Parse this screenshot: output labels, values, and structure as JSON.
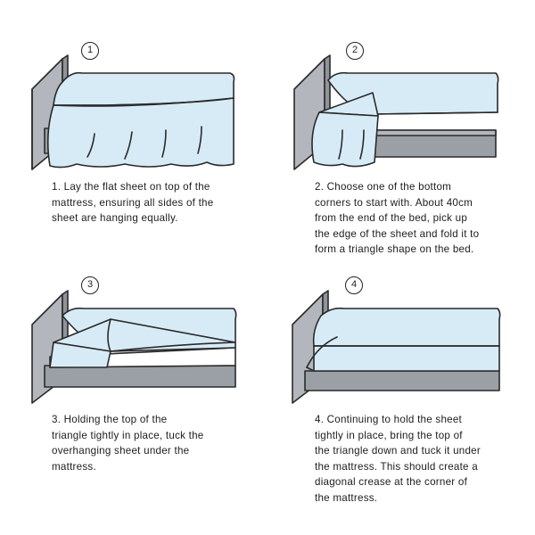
{
  "colors": {
    "sheet": "#d7ebf7",
    "headboard": "#b3b7bd",
    "base": "#b3b7bd",
    "outline": "#2a2a2a"
  },
  "steps": [
    {
      "number": "1",
      "illustration": "bed-with-flat-sheet-icon",
      "caption": [
        "1. Lay the flat sheet on top of the",
        "mattress, ensuring all sides of the",
        "sheet are hanging equally."
      ]
    },
    {
      "number": "2",
      "illustration": "bed-sheet-corner-fold-icon",
      "caption": [
        "2. Choose one of the bottom",
        "corners to start with. About 40cm",
        "from the end of the bed, pick up",
        "the edge of the sheet and fold it to",
        "form a triangle shape on the bed."
      ]
    },
    {
      "number": "3",
      "illustration": "bed-sheet-tuck-icon",
      "caption": [
        "3. Holding the top of the",
        "triangle tightly in place, tuck the",
        "overhanging sheet under the",
        "mattress."
      ]
    },
    {
      "number": "4",
      "illustration": "bed-sheet-crease-icon",
      "caption": [
        "4. Continuing to hold the sheet",
        "tightly in place, bring the top of",
        "the triangle down and tuck it under",
        "the mattress. This should create a",
        "diagonal crease at the corner of",
        "the mattress."
      ]
    }
  ]
}
